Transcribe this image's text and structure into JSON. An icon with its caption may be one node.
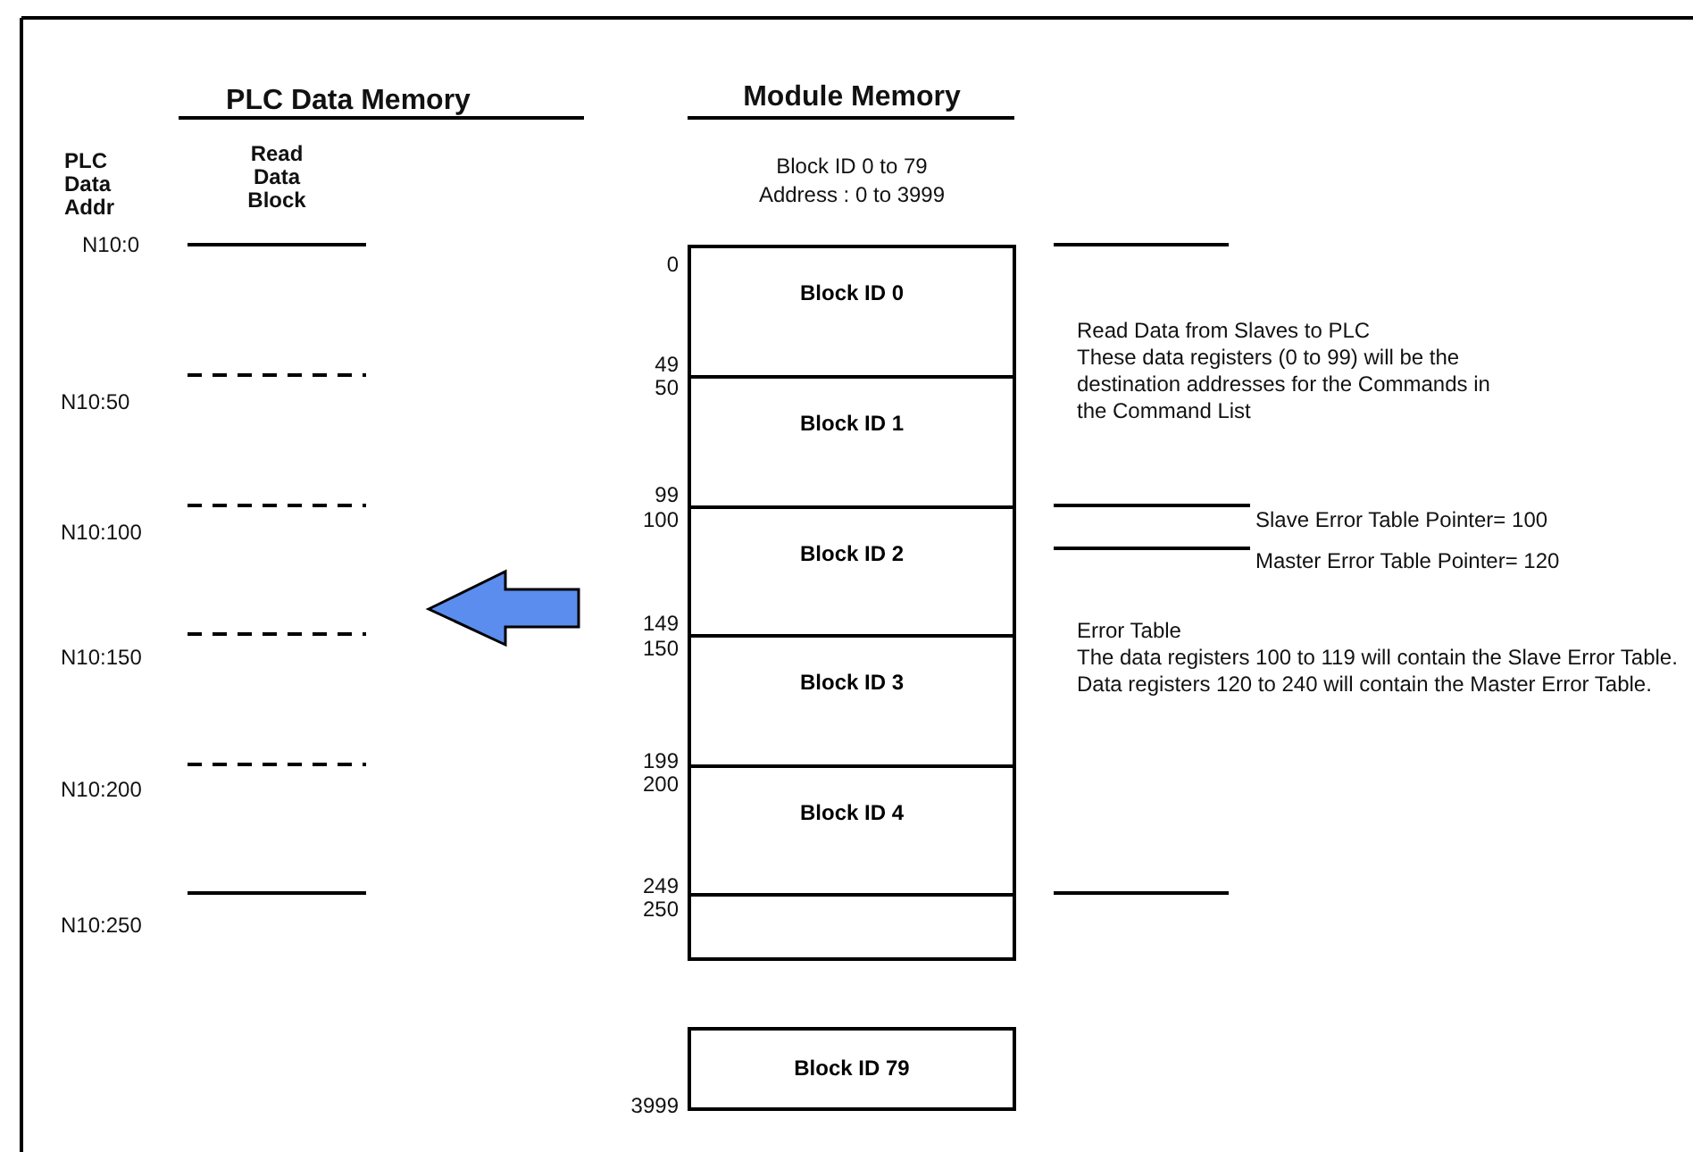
{
  "diagram": {
    "nodes": [
      {
        "text": [
          "Block ID 0"
        ]
      },
      {
        "text": [
          "Block ID 1"
        ]
      },
      {
        "text": [
          "Block ID 2"
        ]
      },
      {
        "text": [
          "Block ID 3"
        ]
      },
      {
        "text": [
          "Block ID 4"
        ]
      },
      {
        "text": [],
        "shape": "box"
      },
      {
        "text": [
          "Block ID 79"
        ]
      }
    ],
    "edges": [],
    "labels": [
      "PLC Data Memory",
      "Module Memory",
      "PLC Data Addr",
      "Read Data Block",
      "Block ID 0 to 79",
      "Address : 0 to 3999",
      "N10:0",
      "0",
      "Read Data from Slaves to PLC",
      "These data registers (0 to 99) will be the destination addresses for the Commands in the Command List",
      "49",
      "50",
      "N10:50",
      "99",
      "Slave Error Table Pointer= 100",
      "100",
      "N10:100",
      "Master Error Table Pointer= 120",
      "149",
      "Error Table",
      "150",
      "N10:150",
      "The data registers 100 to 119 will contain the Slave Error Table.  Data registers 120 to 240 will contain the Master Error Table.",
      "199",
      "200",
      "N10:200",
      "249",
      "250",
      "N10:250",
      "3999"
    ]
  }
}
